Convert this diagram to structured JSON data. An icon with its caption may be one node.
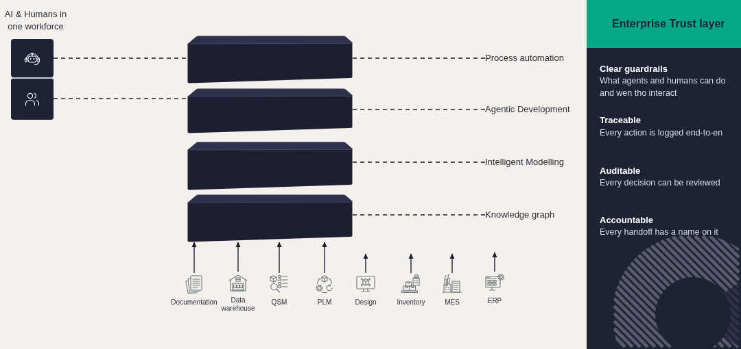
{
  "diagram": {
    "nodes": [
      {
        "text": [],
        "shape": "picture"
      },
      {
        "text": [],
        "shape": "picture"
      },
      {
        "text": [],
        "shape": "box"
      },
      {
        "text": [],
        "shape": "box"
      },
      {
        "text": [],
        "shape": "box"
      },
      {
        "text": [],
        "shape": "box"
      },
      {
        "text": [
          "Process automation"
        ]
      },
      {
        "text": [
          "Agentic Development"
        ]
      },
      {
        "text": [
          "Intelligent Modelling"
        ]
      },
      {
        "text": [
          "Knowledge graph"
        ]
      },
      {
        "text": [
          "Documentation"
        ]
      },
      {
        "text": [
          "Data warehouse"
        ]
      },
      {
        "text": [
          "QSM"
        ]
      },
      {
        "text": [
          "PLM"
        ]
      },
      {
        "text": [
          "Design"
        ]
      },
      {
        "text": [
          "Inventory"
        ]
      },
      {
        "text": [
          "MES"
        ]
      },
      {
        "text": [
          "ERP"
        ]
      },
      {
        "text": [
          "Enterprise Trust layer",
          "Clear guardrails",
          "What agents and humans can do and wen tho interact",
          "Traceable",
          "Every action is logged end-to-en",
          "Auditable",
          "Every decision can be reviewed",
          "Accountable",
          "Every handoff has a name on it"
        ]
      }
    ],
    "edges": [
      {
        "from": 0,
        "to": 2,
        "arrow": "none",
        "style": "dashed"
      },
      {
        "from": 1,
        "to": 3,
        "arrow": "none",
        "style": "dashed"
      },
      {
        "from": 6,
        "to": 2,
        "arrow": "none",
        "style": "dashed"
      },
      {
        "from": 7,
        "to": 3,
        "arrow": "none",
        "style": "dashed"
      },
      {
        "from": 8,
        "to": 4,
        "arrow": "none",
        "style": "dashed"
      },
      {
        "from": 9,
        "to": 5,
        "arrow": "none",
        "style": "dashed"
      },
      {
        "from": 10,
        "to": 5,
        "arrow": "to"
      },
      {
        "from": 11,
        "to": 5,
        "arrow": "to"
      },
      {
        "from": 12,
        "to": 5,
        "arrow": "to"
      },
      {
        "from": 13,
        "to": 5,
        "arrow": "to"
      },
      {
        "from": 14,
        "to": null,
        "arrow": "to"
      },
      {
        "from": 15,
        "to": null,
        "arrow": "to"
      },
      {
        "from": 16,
        "to": null,
        "arrow": "to"
      },
      {
        "from": 17,
        "to": null,
        "arrow": "to"
      }
    ],
    "labels": [
      "AI & Humans in one workforce"
    ]
  }
}
